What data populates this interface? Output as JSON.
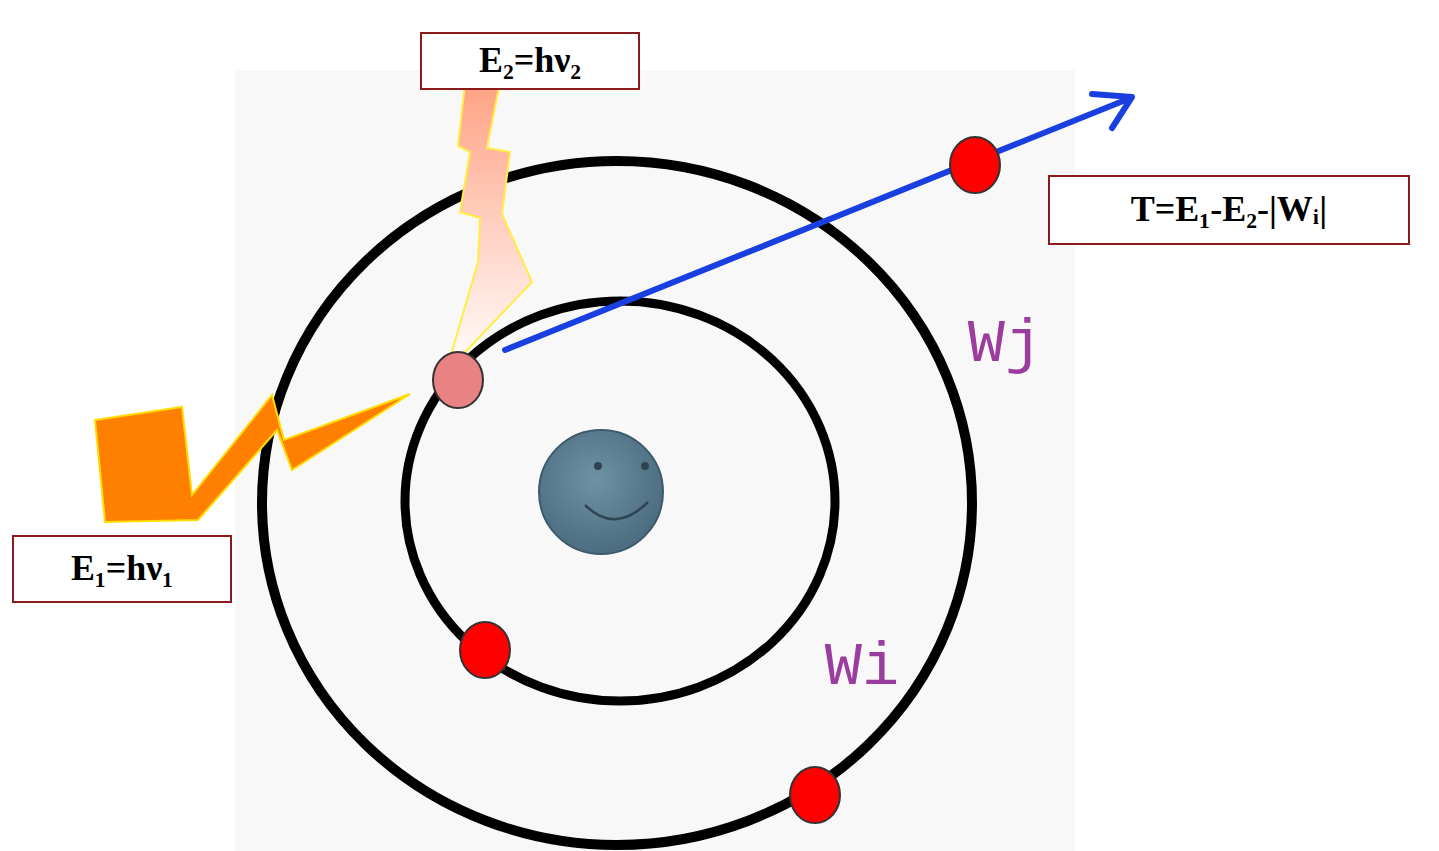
{
  "diagram": {
    "nodes": [
      {
        "text": [
          "E₂=hν₂"
        ]
      },
      {
        "text": [
          "T=E₁-E₂-|Wᵢ|"
        ]
      },
      {
        "text": [
          "E₁=hν₁"
        ]
      }
    ],
    "labels": [
      "Wj",
      "Wi"
    ]
  }
}
